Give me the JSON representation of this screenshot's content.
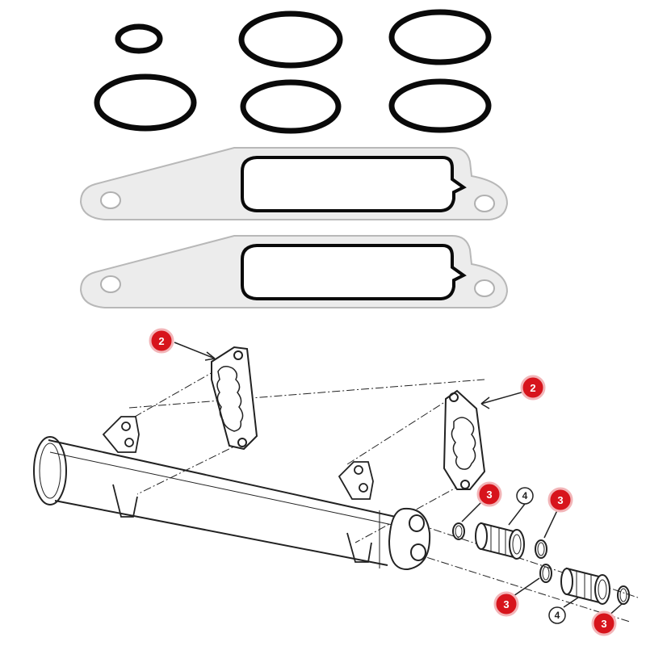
{
  "colors": {
    "oring": "#0a0a0a",
    "gasket_fill": "#ececec",
    "gasket_edge": "#b8b8b8",
    "line_art": "#222222",
    "callout_red": "#d7141c",
    "callout_text": "#ffffff"
  },
  "callouts": {
    "gasket_top": "2",
    "gasket_right": "2",
    "oring_upper_left": "3",
    "oring_upper_right": "3",
    "oring_lower_left": "3",
    "oring_lower_right": "3",
    "connector_upper": "4",
    "connector_lower": "4"
  }
}
